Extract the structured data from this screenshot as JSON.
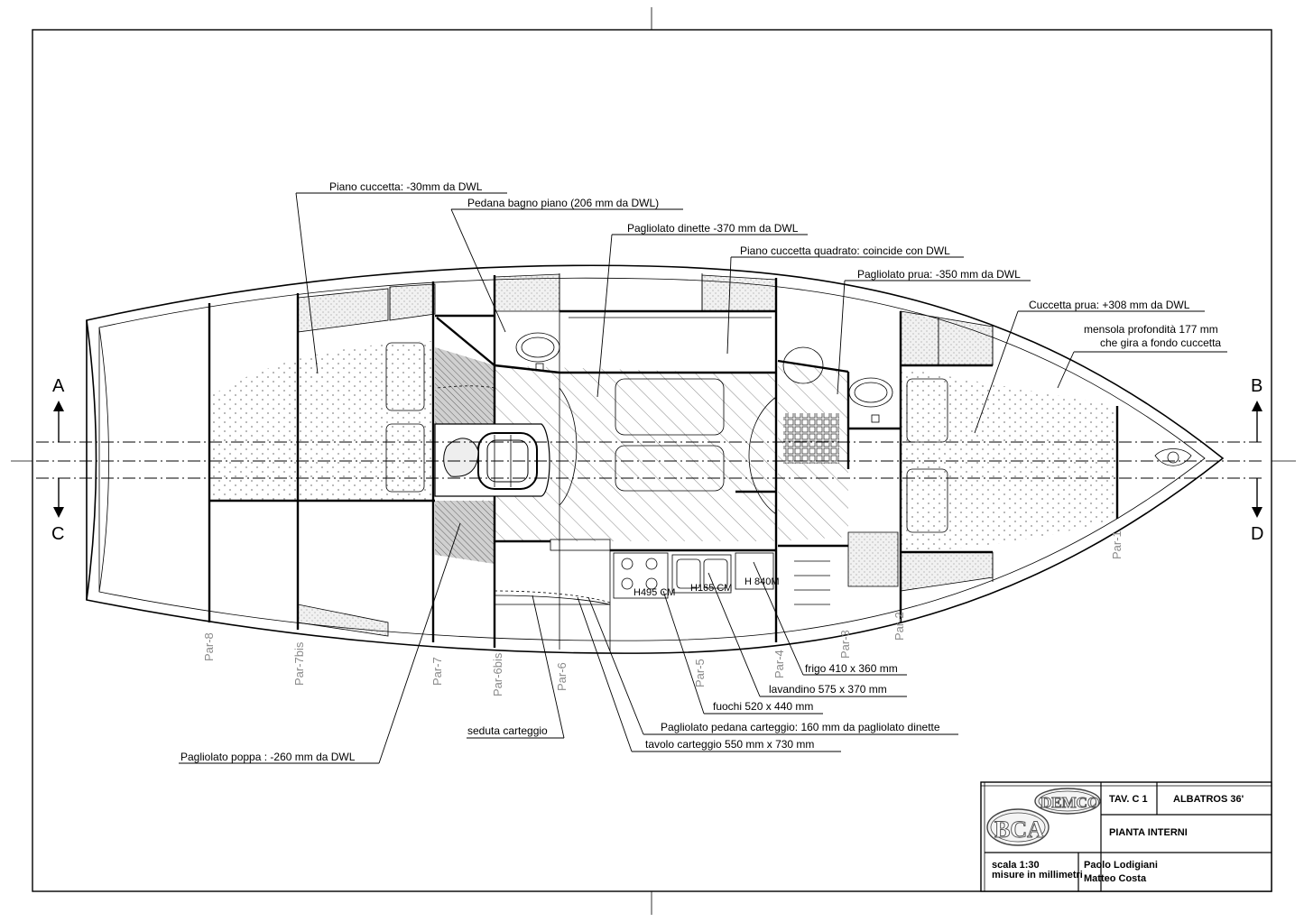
{
  "annotations": {
    "piano_cuccetta": "Piano cuccetta:  -30mm da DWL",
    "pedana_bagno": "Pedana bagno piano (206 mm da DWL)",
    "pagliolato_dinette": "Pagliolato dinette -370 mm da DWL",
    "piano_cuccetta_quadrato": "Piano cuccetta quadrato: coincide con DWL",
    "pagliolato_prua": "Pagliolato prua: -350 mm da DWL",
    "cuccetta_prua": "Cuccetta prua: +308 mm da DWL",
    "mensola_1": "mensola profondità 177 mm",
    "mensola_2": "che gira a fondo cuccetta",
    "frigo": "frigo 410 x 360 mm",
    "lavandino": "lavandino 575 x 370 mm",
    "fuochi": "fuochi 520 x 440 mm",
    "pagliolato_pedana": "Pagliolato pedana carteggio: 160 mm da pagliolato dinette",
    "tavolo": "tavolo carteggio  550 mm x 730 mm",
    "seduta": "seduta carteggio",
    "pagliolato_poppa": "Pagliolato poppa : -260 mm da DWL"
  },
  "frames": [
    "Par-8",
    "Par-7bis",
    "Par-7",
    "Par-6bis",
    "Par-6",
    "Par-5",
    "Par-4",
    "Par-3",
    "Par-2",
    "Par-1"
  ],
  "sections": {
    "a": "A",
    "b": "B",
    "c": "C",
    "d": "D"
  },
  "galley_marks": {
    "h_stove": "H495 CM",
    "h_sink": "H165 CM",
    "h_fridge": "H 840M"
  },
  "title_block": {
    "logo_top": "DEMCO",
    "logo_bottom": "BCA",
    "sheet": "TAV. C 1",
    "boat": "ALBATROS 36'",
    "drawing": "PIANTA INTERNI",
    "scale": "scala 1:30",
    "units": "misure in millimetri",
    "author_1": "Paolo Lodigiani",
    "author_2": "Matteo Costa"
  },
  "colors": {
    "line": "#000000",
    "frame_label": "#8a8a8a",
    "fill_dots": "#c8c8c8"
  }
}
